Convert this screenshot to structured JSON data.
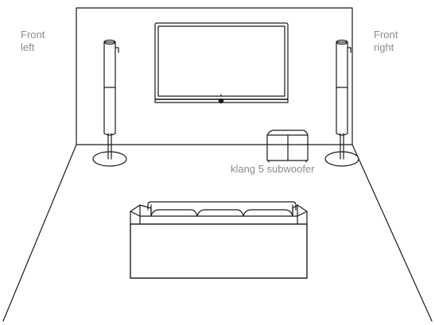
{
  "labels": {
    "front_left": [
      "Front",
      "left"
    ],
    "front_right": [
      "Front",
      "right"
    ],
    "subwoofer": "klang 5 subwoofer"
  },
  "colors": {
    "line": "#1a1a1a",
    "label": "#8c8c8c",
    "background": "#ffffff"
  },
  "icons": {
    "tv": "tv-icon",
    "speaker": "floor-speaker-icon",
    "subwoofer": "subwoofer-icon",
    "sofa": "sofa-icon"
  }
}
